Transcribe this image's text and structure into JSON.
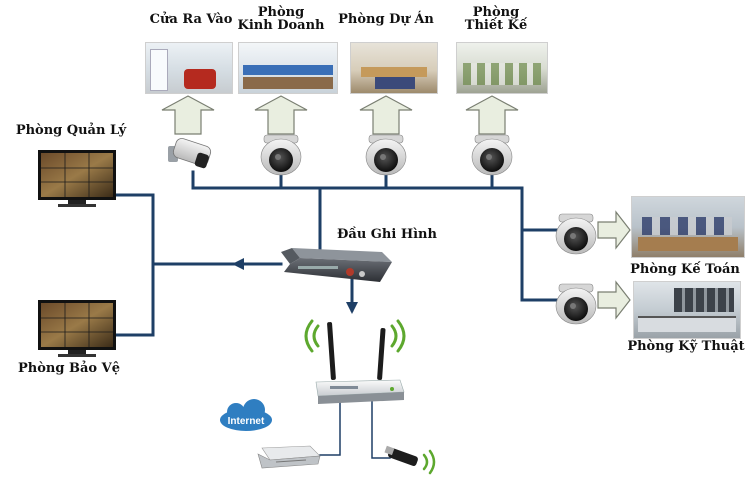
{
  "rooms_top": [
    {
      "id": "cua-ra-vao",
      "lines": [
        "Cửa Ra Vào"
      ]
    },
    {
      "id": "kinh-doanh",
      "lines": [
        "Phòng",
        "Kinh Doanh"
      ]
    },
    {
      "id": "du-an",
      "lines": [
        "Phòng Dự Án"
      ]
    },
    {
      "id": "thiet-ke",
      "lines": [
        "Phòng",
        "Thiết Kế"
      ]
    }
  ],
  "rooms_right": [
    {
      "id": "ke-toan",
      "label": "Phòng Kế Toán"
    },
    {
      "id": "ky-thuat",
      "label": "Phòng Kỹ Thuật"
    }
  ],
  "monitors": [
    {
      "id": "quan-ly",
      "label": "Phòng Quản Lý"
    },
    {
      "id": "bao-ve",
      "label": "Phòng Bảo Vệ"
    }
  ],
  "recorder": {
    "label": "Đầu Ghi Hình"
  },
  "internet": {
    "label": "Internet"
  },
  "colors": {
    "line": "#1e3f66",
    "arrow_fill": "#e9eee0",
    "arrow_stroke": "#7a7f72",
    "camera_dark": "#2a2a2a"
  }
}
